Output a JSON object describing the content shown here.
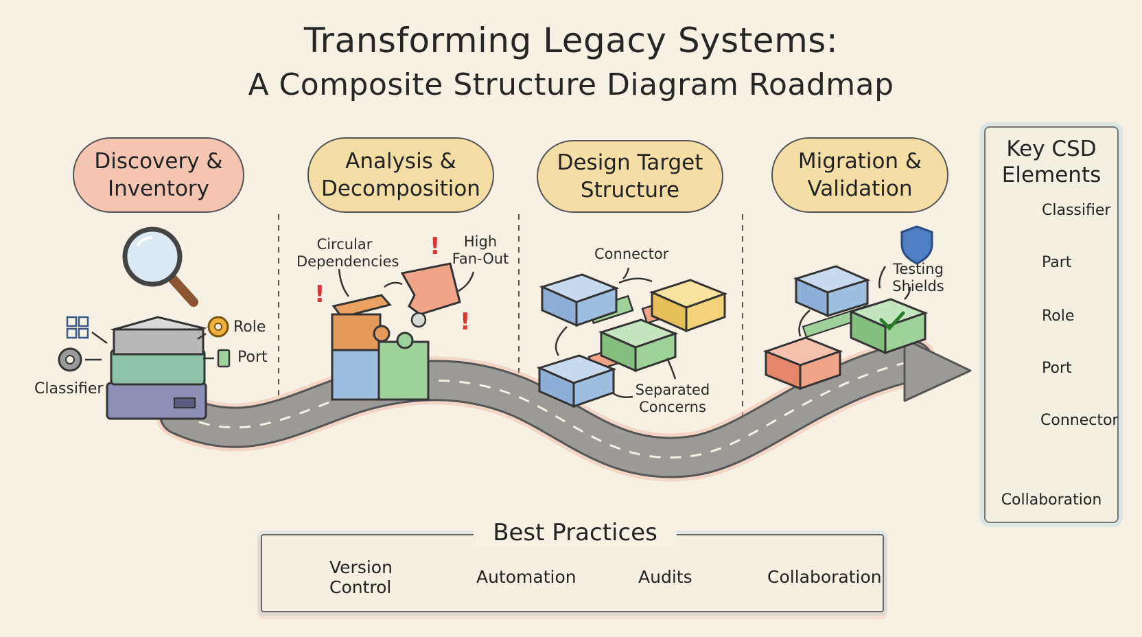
{
  "title": {
    "line1": "Transforming Legacy Systems:",
    "line2": "A Composite Structure Diagram Roadmap"
  },
  "phases": [
    {
      "line1": "Discovery &",
      "line2": "Inventory"
    },
    {
      "line1": "Analysis &",
      "line2": "Decomposition"
    },
    {
      "line1": "Design Target",
      "line2": "Structure"
    },
    {
      "line1": "Migration &",
      "line2": "Validation"
    }
  ],
  "discovery": {
    "role": "Role",
    "port": "Port",
    "classifier": "Classifier"
  },
  "analysis": {
    "circular": {
      "line1": "Circular",
      "line2": "Dependencies"
    },
    "fanout": {
      "line1": "High",
      "line2": "Fan-Out"
    }
  },
  "design": {
    "connector": "Connector",
    "separated": {
      "line1": "Separated",
      "line2": "Concerns"
    }
  },
  "migration": {
    "testing": {
      "line1": "Testing",
      "line2": "Shields"
    }
  },
  "key": {
    "title": {
      "line1": "Key CSD",
      "line2": "Elements"
    },
    "items": [
      {
        "label": "Classifier",
        "icon": "classifier-icon"
      },
      {
        "label": "Part",
        "icon": "gear-icon"
      },
      {
        "label": "Role",
        "icon": "role-circle-icon"
      },
      {
        "label": "Port",
        "icon": "plug-icon"
      },
      {
        "label": "Connector",
        "icon": "arrow-icon"
      },
      {
        "label": "Collaboration",
        "icon": "handshake-icon"
      }
    ]
  },
  "best_practices": {
    "title": "Best Practices",
    "items": [
      {
        "line1": "Version",
        "line2": "Control",
        "icon": "branch-icon"
      },
      {
        "line1": "Automation",
        "icon": "gear-icon"
      },
      {
        "line1": "Audits",
        "icon": "magnifier-icon"
      },
      {
        "line1": "Collaboration",
        "icon": "people-icon"
      }
    ]
  },
  "colors": {
    "road": "#8f8f8f",
    "blue": "#9fbfe0",
    "green": "#9fd19a",
    "orange": "#f0a58a",
    "yellow": "#f2d27a",
    "pink_cloud": "#f4c6b2",
    "yellow_cloud": "#f5dea6"
  }
}
